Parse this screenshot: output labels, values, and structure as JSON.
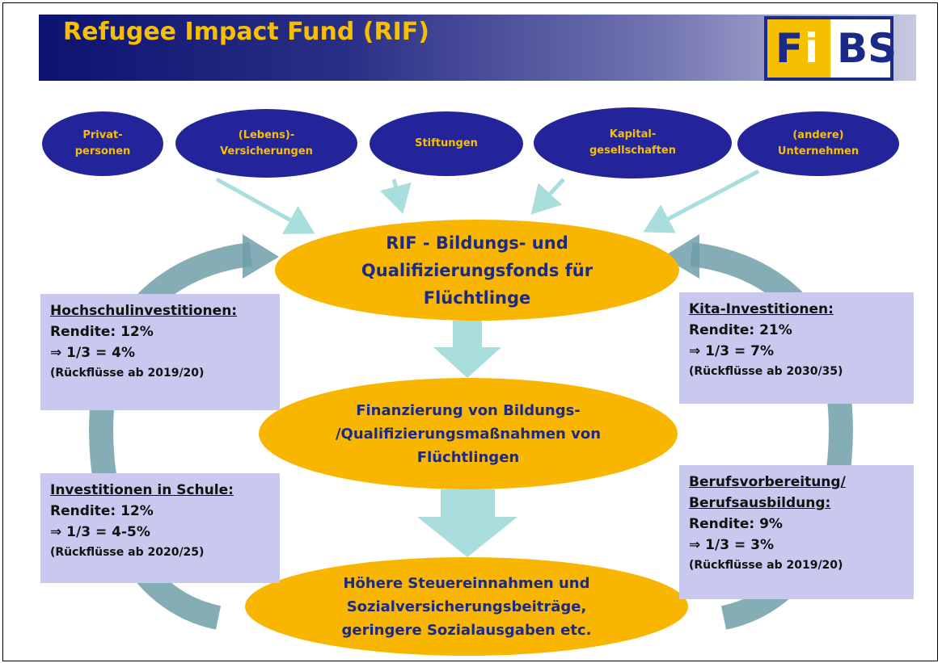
{
  "header": {
    "title": "Refugee Impact Fund (RIF)",
    "logo": {
      "left": "F",
      "mid": "i",
      "right": "BS"
    }
  },
  "sources": [
    {
      "line1": "Privat-",
      "line2": "personen"
    },
    {
      "line1": "(Lebens)-",
      "line2": "Versicherungen"
    },
    {
      "line1": "Stiftungen",
      "line2": ""
    },
    {
      "line1": "Kapital-",
      "line2": "gesellschaften"
    },
    {
      "line1": "(andere)",
      "line2": "Unternehmen"
    }
  ],
  "fund": {
    "lines": [
      "RIF - Bildungs- und",
      "Qualifizierungsfonds für",
      "Flüchtlinge"
    ]
  },
  "financing": {
    "lines": [
      "Finanzierung von Bildungs-",
      "/Qualifizierungsmaßnahmen von",
      "Flüchtlingen"
    ]
  },
  "revenue": {
    "lines": [
      "Höhere Steuereinnahmen und",
      "Sozialversicherungsbeiträge,",
      "geringere Sozialausgaben etc."
    ]
  },
  "boxes": {
    "hochschule": {
      "heading": "Hochschulinvestitionen:",
      "rendite": "Rendite: 12%",
      "share": "⇒ 1/3 = 4%",
      "return": "(Rückflüsse ab 2019/20)"
    },
    "schule": {
      "heading": "Investitionen in Schule:",
      "rendite": "Rendite: 12%",
      "share": "⇒ 1/3 = 4-5%",
      "return": "(Rückflüsse ab 2020/25)"
    },
    "kita": {
      "heading": "Kita-Investitionen:",
      "rendite": "Rendite: 21%",
      "share": "⇒ 1/3 = 7%",
      "return": "(Rückflüsse ab 2030/35)"
    },
    "beruf": {
      "heading1": "Berufsvorbereitung/",
      "heading2": "Berufsausbildung:",
      "rendite": "Rendite: 9%",
      "share": "⇒ 1/3 = 3%",
      "return": "(Rückflüsse ab 2019/20)"
    }
  },
  "colors": {
    "banner_dark": "#0c1370",
    "title_yellow": "#f6c000",
    "source_oval": "#24249a",
    "flow_oval": "#f9b600",
    "info_box": "#c9c9ef",
    "arrow": "#a9dedd"
  }
}
